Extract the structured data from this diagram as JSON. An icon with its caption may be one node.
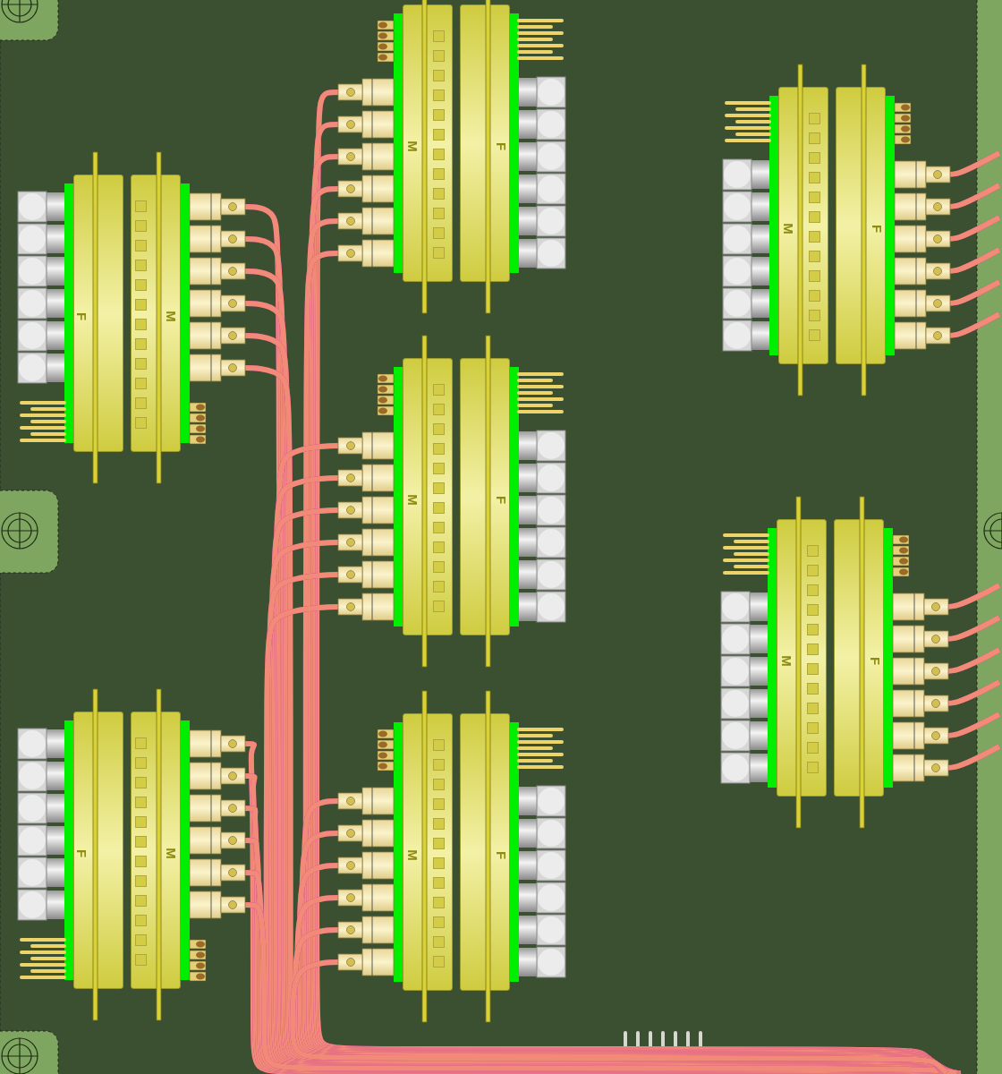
{
  "diagram": {
    "nodes": [
      {
        "text": [
          "M"
        ]
      },
      {
        "text": [
          "F"
        ]
      },
      {
        "text": [
          "M"
        ]
      },
      {
        "text": [
          "F"
        ]
      },
      {
        "text": [
          "F"
        ]
      },
      {
        "text": [
          "M"
        ]
      },
      {
        "text": [
          "M"
        ]
      },
      {
        "text": [
          "F"
        ]
      },
      {
        "text": [
          "M"
        ]
      },
      {
        "text": [
          "F"
        ]
      },
      {
        "text": [
          "F"
        ]
      },
      {
        "text": [
          "M"
        ]
      },
      {
        "text": [
          "M"
        ]
      },
      {
        "text": [
          "F"
        ]
      }
    ],
    "edges": [
      {
        "from": 0,
        "to": null,
        "arrow": "none"
      },
      {
        "from": 0,
        "to": null,
        "arrow": "none"
      },
      {
        "from": 0,
        "to": null,
        "arrow": "none"
      },
      {
        "from": 0,
        "to": null,
        "arrow": "none"
      },
      {
        "from": 0,
        "to": null,
        "arrow": "none"
      },
      {
        "from": 0,
        "to": null,
        "arrow": "none"
      },
      {
        "from": 3,
        "to": null,
        "arrow": "none"
      },
      {
        "from": 3,
        "to": null,
        "arrow": "none"
      },
      {
        "from": 3,
        "to": null,
        "arrow": "none"
      },
      {
        "from": 3,
        "to": null,
        "arrow": "none"
      },
      {
        "from": 3,
        "to": null,
        "arrow": "none"
      },
      {
        "from": 3,
        "to": null,
        "arrow": "none"
      },
      {
        "from": 5,
        "to": null,
        "arrow": "none"
      },
      {
        "from": 5,
        "to": null,
        "arrow": "none"
      },
      {
        "from": 5,
        "to": null,
        "arrow": "none"
      },
      {
        "from": 5,
        "to": null,
        "arrow": "none"
      },
      {
        "from": 5,
        "to": null,
        "arrow": "none"
      },
      {
        "from": 5,
        "to": null,
        "arrow": "none"
      },
      {
        "from": 6,
        "to": null,
        "arrow": "none"
      },
      {
        "from": 6,
        "to": null,
        "arrow": "none"
      },
      {
        "from": 6,
        "to": null,
        "arrow": "none"
      },
      {
        "from": 6,
        "to": null,
        "arrow": "none"
      },
      {
        "from": 6,
        "to": null,
        "arrow": "none"
      },
      {
        "from": 6,
        "to": null,
        "arrow": "none"
      },
      {
        "from": 9,
        "to": null,
        "arrow": "none"
      },
      {
        "from": 9,
        "to": null,
        "arrow": "none"
      },
      {
        "from": 9,
        "to": null,
        "arrow": "none"
      },
      {
        "from": 9,
        "to": null,
        "arrow": "none"
      },
      {
        "from": 9,
        "to": null,
        "arrow": "none"
      },
      {
        "from": 9,
        "to": null,
        "arrow": "none"
      },
      {
        "from": 11,
        "to": null,
        "arrow": "none"
      },
      {
        "from": 11,
        "to": null,
        "arrow": "none"
      },
      {
        "from": 11,
        "to": null,
        "arrow": "none"
      },
      {
        "from": 11,
        "to": null,
        "arrow": "none"
      },
      {
        "from": 11,
        "to": null,
        "arrow": "none"
      },
      {
        "from": 11,
        "to": null,
        "arrow": "none"
      },
      {
        "from": 12,
        "to": null,
        "arrow": "none"
      },
      {
        "from": 12,
        "to": null,
        "arrow": "none"
      },
      {
        "from": 12,
        "to": null,
        "arrow": "none"
      },
      {
        "from": 12,
        "to": null,
        "arrow": "none"
      },
      {
        "from": 12,
        "to": null,
        "arrow": "none"
      },
      {
        "from": 12,
        "to": null,
        "arrow": "none"
      }
    ]
  }
}
